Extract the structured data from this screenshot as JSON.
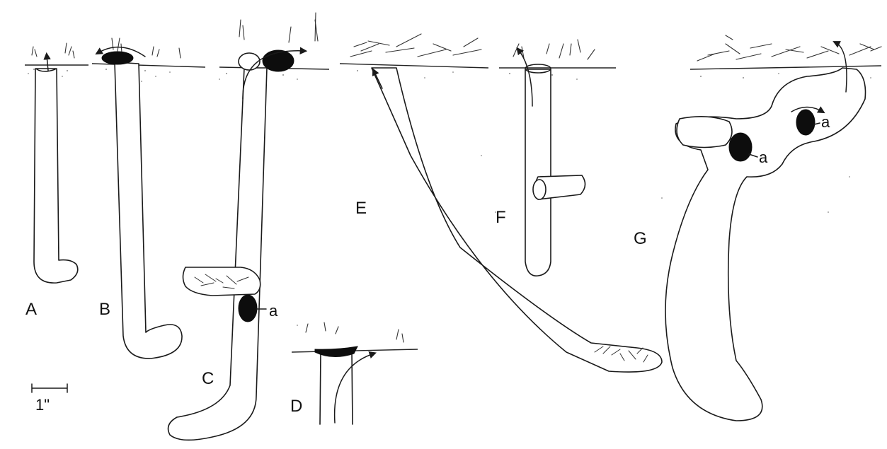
{
  "figure": {
    "panel_labels": {
      "A": "A",
      "B": "B",
      "C": "C",
      "D": "D",
      "E": "E",
      "F": "F",
      "G": "G"
    },
    "annotation_label": "a",
    "scale_bar_label": "1\""
  }
}
